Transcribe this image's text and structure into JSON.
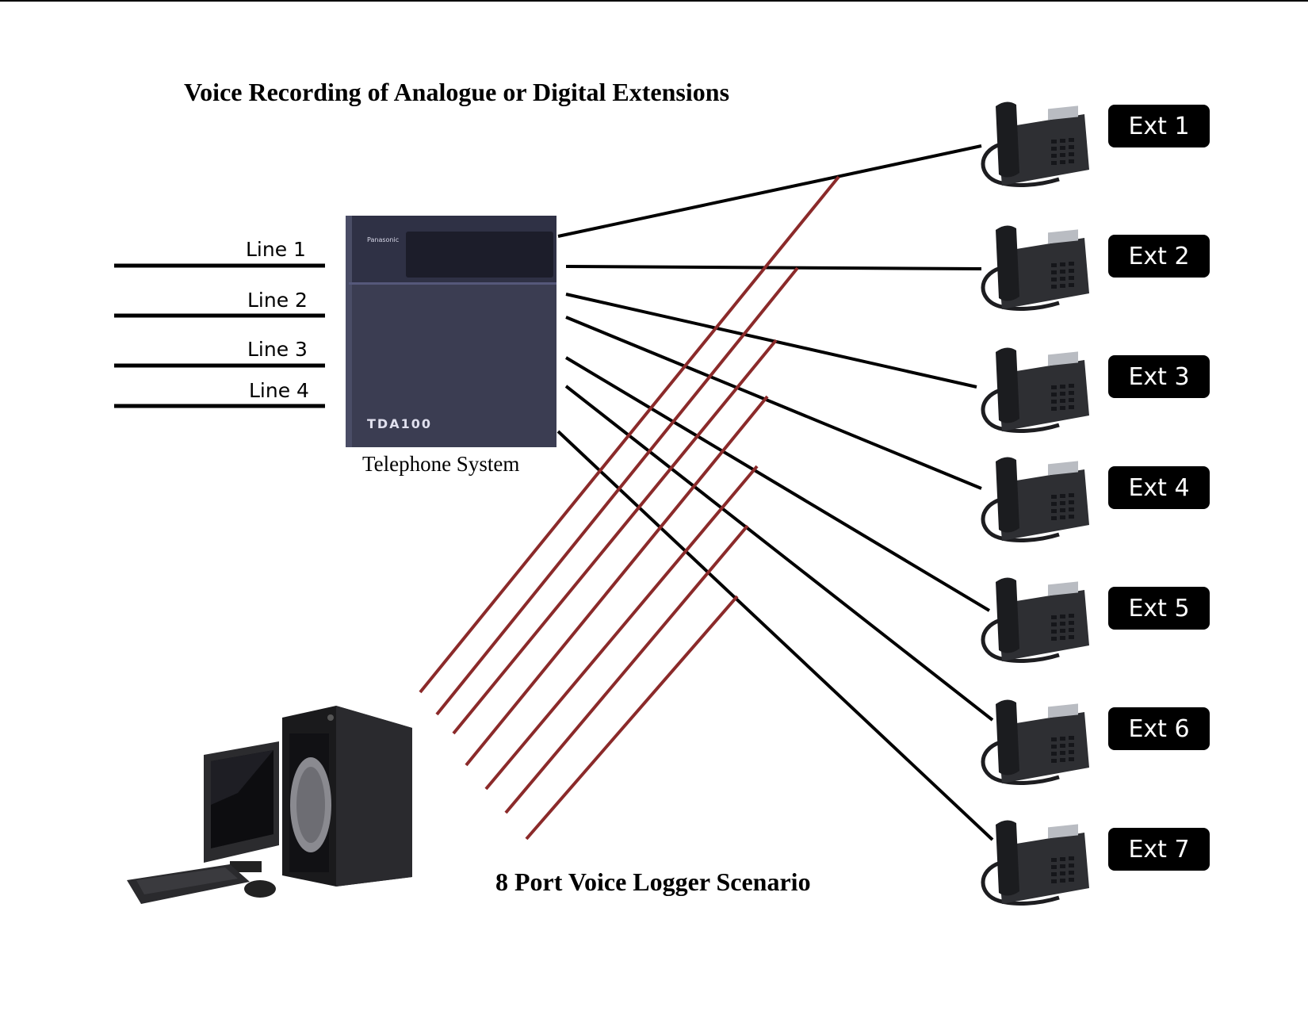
{
  "title": "Voice Recording of Analogue or Digital Extensions",
  "subtitle": "8 Port Voice Logger Scenario",
  "pbx": {
    "caption": "Telephone System",
    "brand": "Panasonic",
    "model": "TDA100"
  },
  "lines": [
    "Line 1",
    "Line 2",
    "Line 3",
    "Line 4"
  ],
  "extensions": [
    "Ext 1",
    "Ext 2",
    "Ext 3",
    "Ext 4",
    "Ext 5",
    "Ext 6",
    "Ext 7"
  ],
  "colors": {
    "trunk_line": "#000000",
    "extension_line": "#000000",
    "recording_tap": "#8b2a2a",
    "badge_bg": "#000000",
    "badge_text": "#ffffff",
    "pbx_body": "#3b3d52"
  },
  "icons": {
    "pbx": "pbx-cabinet-icon",
    "phone": "desk-phone-icon",
    "computer": "desktop-computer-icon"
  }
}
